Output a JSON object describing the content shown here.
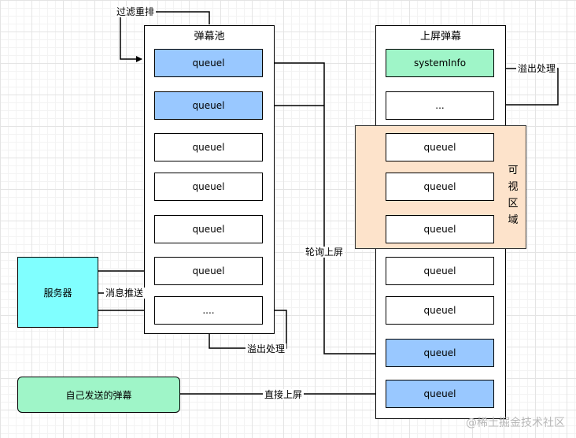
{
  "pool": {
    "title": "弹幕池",
    "items": [
      "queuel",
      "queuel",
      "queuel",
      "queuel",
      "queuel",
      "queuel",
      "...."
    ]
  },
  "screen": {
    "title": "上屏弹幕",
    "items": [
      "systemInfo",
      "...",
      "queuel",
      "queuel",
      "queuel",
      "queuel",
      "queuel",
      "queuel",
      "queuel"
    ]
  },
  "visible_area_label": [
    "可",
    "视",
    "区",
    "域"
  ],
  "server": "服务器",
  "own_danmaku": "自己发送的弹幕",
  "labels": {
    "filter_rerank": "过滤重排",
    "overflow_right": "溢出处理",
    "overflow_left": "溢出处理",
    "poll_screen": "轮询上屏",
    "push": "消息推送",
    "direct_screen": "直接上屏"
  },
  "watermark": "@稀土掘金技术社区",
  "colors": {
    "blue": "#99c8ff",
    "green": "#9ff5c8",
    "server": "#80ffff",
    "visible_area": "#fde3cb"
  }
}
